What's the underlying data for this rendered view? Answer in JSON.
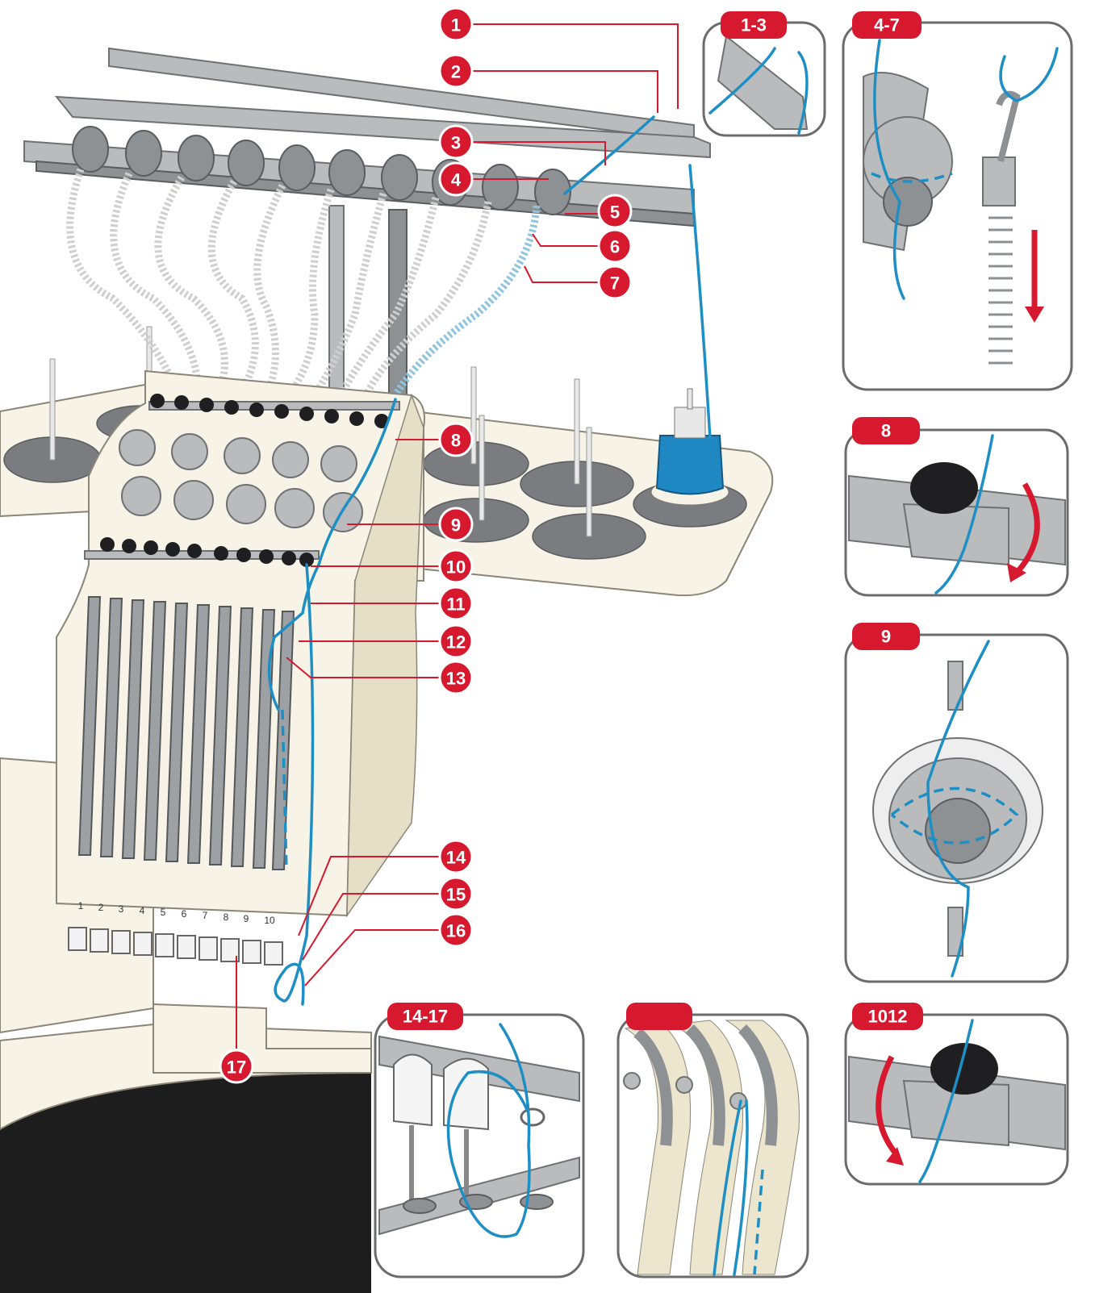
{
  "colors": {
    "accent": "#d7192f",
    "thread": "#1e8fc4",
    "frame": "#6b6b6b"
  },
  "callouts": [
    "1",
    "2",
    "3",
    "4",
    "5",
    "6",
    "7",
    "8",
    "9",
    "10",
    "11",
    "12",
    "13",
    "14",
    "15",
    "16",
    "17"
  ],
  "needle_numbers": [
    "1",
    "2",
    "3",
    "4",
    "5",
    "6",
    "7",
    "8",
    "9",
    "10"
  ],
  "insets": [
    {
      "tab": "1-3"
    },
    {
      "tab": "4-7"
    },
    {
      "tab": "8"
    },
    {
      "tab": "9"
    },
    {
      "tab": "14-17"
    },
    {
      "tab": ""
    },
    {
      "tab": "1012"
    }
  ]
}
